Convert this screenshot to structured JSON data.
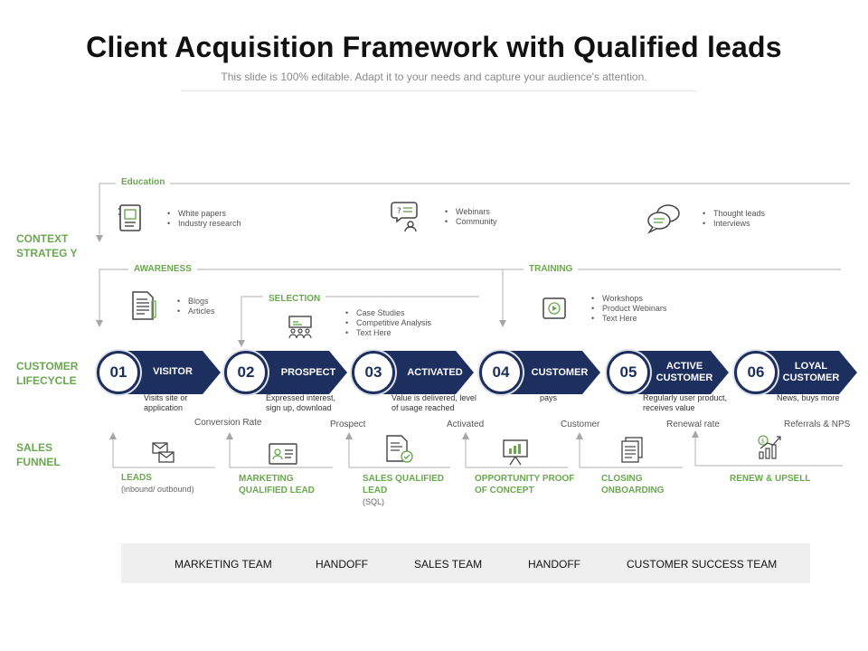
{
  "header": {
    "title": "Client Acquisition Framework with Qualified leads",
    "subtitle": "This slide is 100% editable. Adapt it to your needs and capture your audience's attention."
  },
  "rows": {
    "context": "CONTEXT STRATEG Y",
    "lifecycle": "CUSTOMER LIFECYCLE",
    "funnel": "SALES FUNNEL"
  },
  "context": {
    "education": {
      "label": "Education",
      "groups": [
        {
          "icon": "booklet-icon",
          "items": [
            "White papers",
            "Industry research"
          ]
        },
        {
          "icon": "question-person-icon",
          "items": [
            "Webinars",
            "Community"
          ]
        },
        {
          "icon": "chat-bubbles-icon",
          "items": [
            "Thought leads",
            " Interviews"
          ]
        }
      ]
    },
    "awareness": {
      "label": "AWARENESS",
      "icon": "document-icon",
      "items": [
        "Blogs",
        "Articles"
      ]
    },
    "selection": {
      "label": "SELECTION",
      "icon": "presentation-audience-icon",
      "items": [
        "Case Studies",
        "Competitive Analysis",
        "Text Here"
      ]
    },
    "training": {
      "label": "TRAINING",
      "icon": "video-play-icon",
      "items": [
        "Workshops",
        "Product Webinars",
        "Text Here"
      ]
    }
  },
  "lifecycle": [
    {
      "num": "01",
      "label": "VISITOR",
      "desc": "Visits site or application"
    },
    {
      "num": "02",
      "label": "PROSPECT",
      "desc": "Expressed interest, sign up, download"
    },
    {
      "num": "03",
      "label": "ACTIVATED",
      "desc": "Value is delivered, level of usage reached"
    },
    {
      "num": "04",
      "label": "CUSTOMER",
      "desc": "pays"
    },
    {
      "num": "05",
      "label": "ACTIVE CUSTOMER",
      "desc": "Regularly user product, receives value"
    },
    {
      "num": "06",
      "label": "LOYAL CUSTOMER",
      "desc": "News, buys more"
    }
  ],
  "funnel": {
    "top_labels": [
      "Conversion Rate",
      "Prospect",
      "Activated",
      "Customer",
      "Renewal rate",
      "Referrals & NPS"
    ],
    "stages": [
      {
        "icon": "envelopes-icon",
        "label": "LEADS",
        "sub": "(inbound/ outbound)"
      },
      {
        "icon": "id-card-icon",
        "label": "MARKETING QUALIFIED LEAD",
        "sub": ""
      },
      {
        "icon": "document-check-icon",
        "label": "SALES QUALIFIED LEAD",
        "sub": "(SQL)"
      },
      {
        "icon": "chart-board-icon",
        "label": "OPPORTUNITY PROOF OF CONCEPT",
        "sub": ""
      },
      {
        "icon": "documents-stack-icon",
        "label": "CLOSING ONBOARDING",
        "sub": ""
      },
      {
        "icon": "growth-chart-icon",
        "label": "RENEW  & UPSELL",
        "sub": ""
      }
    ]
  },
  "teams": [
    "MARKETING TEAM",
    "HANDOFF",
    "SALES TEAM",
    "HANDOFF",
    "CUSTOMER  SUCCESS TEAM"
  ],
  "colors": {
    "navy": "#1d2f5e",
    "green": "#6aa84f",
    "gray_line": "#bfbfbf"
  }
}
